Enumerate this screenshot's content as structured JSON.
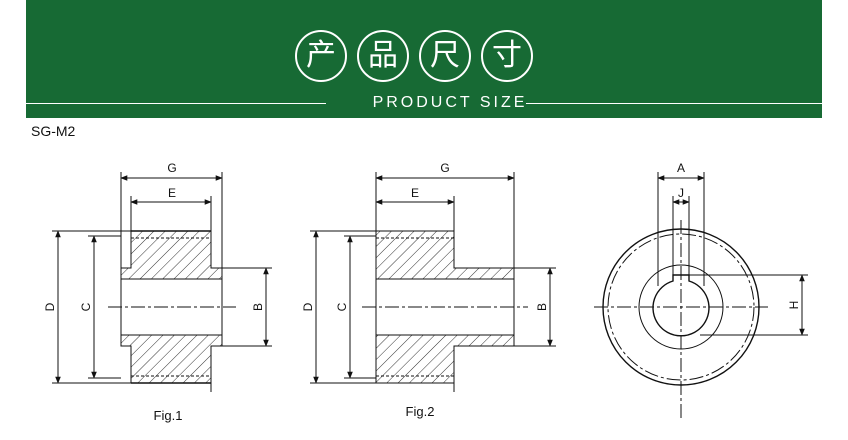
{
  "banner": {
    "title_chars": [
      "产",
      "品",
      "尺",
      "寸"
    ],
    "subtitle": "PRODUCT SIZE",
    "background": "#176a34"
  },
  "model": "SG-M2",
  "figures": {
    "fig1": {
      "caption": "Fig.1",
      "labels": {
        "g": "G",
        "e": "E",
        "d": "D",
        "c": "C",
        "b": "B"
      }
    },
    "fig2": {
      "caption": "Fig.2",
      "labels": {
        "g": "G",
        "e": "E",
        "d": "D",
        "c": "C",
        "b": "B"
      }
    },
    "fig3": {
      "labels": {
        "a": "A",
        "j": "J",
        "h": "H"
      }
    }
  }
}
